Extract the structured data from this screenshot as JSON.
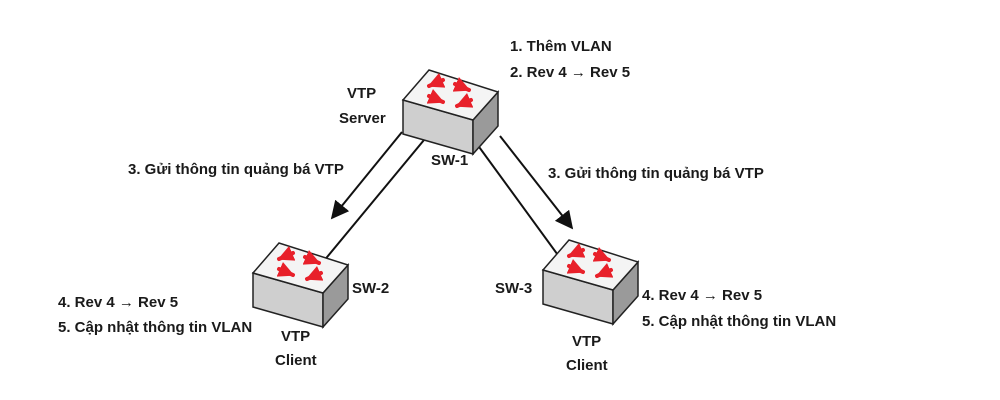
{
  "sw1": {
    "name": "SW-1",
    "role_line1": "VTP",
    "role_line2": "Server",
    "step1": "1. Thêm VLAN",
    "step2": "2. Rev 4 → Rev 5"
  },
  "sw2": {
    "name": "SW-2",
    "role_line1": "VTP",
    "role_line2": "Client",
    "step4": "4. Rev 4 → Rev 5",
    "step5": "5. Cập nhật thông tin VLAN"
  },
  "sw3": {
    "name": "SW-3",
    "role_line1": "VTP",
    "role_line2": "Client",
    "step4": "4. Rev 4 → Rev 5",
    "step5": "5. Cập nhật thông tin VLAN"
  },
  "advert_left": "3. Gửi thông tin quảng bá VTP",
  "advert_right": "3. Gửi thông tin quảng bá VTP",
  "colors": {
    "switch_top": "#f2f2f2",
    "switch_side": "#c4c4c4",
    "switch_edge": "#222222",
    "arrow_red": "#e8202a",
    "line": "#111111"
  }
}
